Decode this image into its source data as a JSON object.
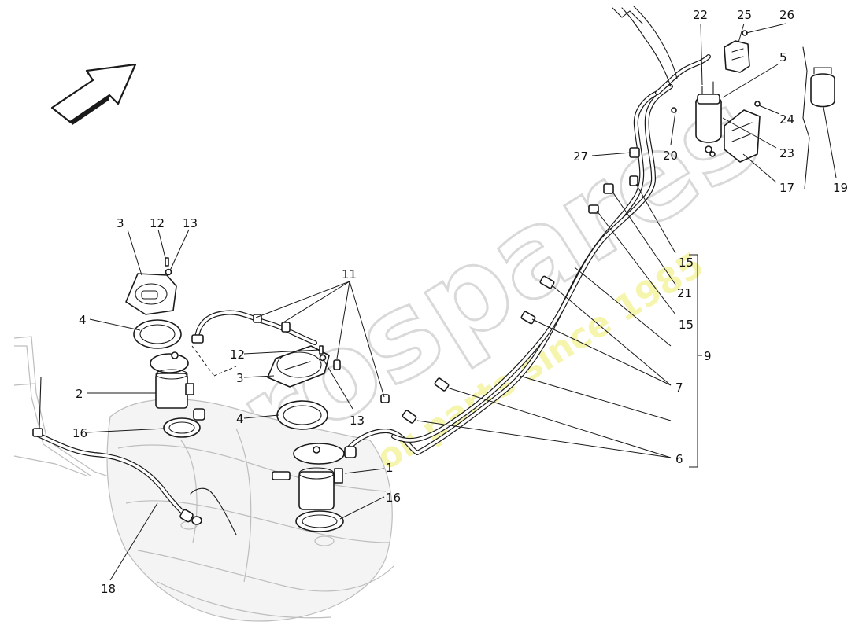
{
  "watermark": {
    "brand": "eurospares",
    "tagline": "a passion for parts since 1985",
    "brand_color": "#d9d9d9",
    "tagline_color": "#ecec6a"
  },
  "callouts": {
    "c1": "1",
    "c2": "2",
    "c3_left": "3",
    "c3_mid": "3",
    "c4_left": "4",
    "c4_mid": "4",
    "c5": "5",
    "c6": "6",
    "c7": "7",
    "c9": "9",
    "c11": "11",
    "c12_left": "12",
    "c12_mid": "12",
    "c13_left": "13",
    "c13_mid": "13",
    "c15_upper": "15",
    "c15_lower": "15",
    "c16_left": "16",
    "c16_right": "16",
    "c17": "17",
    "c18": "18",
    "c19": "19",
    "c20": "20",
    "c21": "21",
    "c22": "22",
    "c23": "23",
    "c24": "24",
    "c25": "25",
    "c26": "26",
    "c27": "27"
  },
  "icons": {
    "direction": "direction-arrow-icon"
  }
}
